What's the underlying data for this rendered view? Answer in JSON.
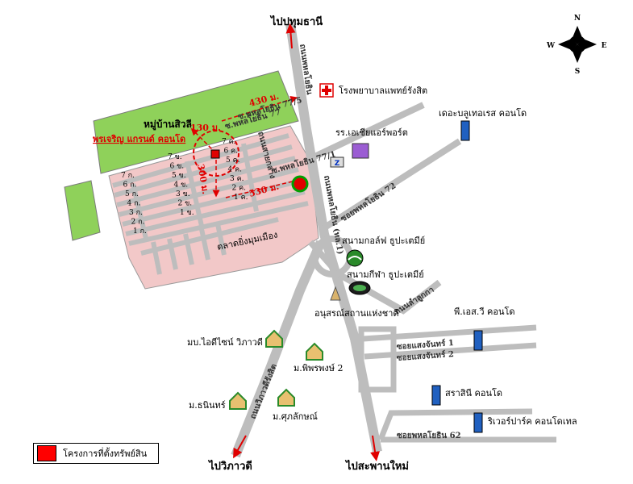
{
  "directions": {
    "north": "ไปปทุมธานี",
    "south_east": "ไปสะพานใหม่",
    "south_west": "ไปวิภาวดี"
  },
  "compass": {
    "n": "N",
    "s": "S",
    "e": "E",
    "w": "W"
  },
  "roads": {
    "main": "ถนนพหลโยธิน (ทล.1)",
    "main_upper": "ถนนพหลโยธิน",
    "vibhavadi": "ถนนวิภาวดีรังสิต",
    "lumlukka": "ถนนลำลูกกา",
    "soi_72": "ซอยพหลโยธิน 72",
    "soi_775": "ซ.พหลโยธิน 77/5",
    "soi_771": "ซ.พหลโยธิน 77/1",
    "soi_62": "ซอยพหลโยธิน 62",
    "soi_saengchan_1": "ซอยแสงจันทร์ 1",
    "soi_saengchan_2": "ซอยแสงจันทร์ 2",
    "inner_road_1": "ซ.พหลโยธิน 77",
    "inner_road_2": "ถนนสายกลาง"
  },
  "places": {
    "village": "หมู่บ้านสิวลี",
    "project": "พรเจริญ แกรนด์ คอนโด",
    "hospital": "โรงพยาบาลแพทย์รังสิต",
    "airport_school": "รร.เอเชียแอร์พอร์ต",
    "the_blue": "เดอะบลูเทอเรส คอนโด",
    "golf": "สนามกอล์ฟ ธูปะเตมีย์",
    "stadium": "สนามกีฬา ธูปะเตมีย์",
    "monument": "อนุสรณ์สถานแห่งชาติ",
    "market": "ตลาดยิ่งมุมเมือง",
    "idea_vipha": "มบ.ไอดีไซน์ วิภาวดี",
    "phiphat": "ม.พิพรพงษ์ 2",
    "thanin": "ม.ธนินทร์",
    "sukhon": "ม.ศุภลักษณ์",
    "pst": "พี.เอส.วี คอนโด",
    "sarasinee": "สราสินี คอนโด",
    "riverpark": "ริเวอร์ปาร์ค คอนโดเทล"
  },
  "distances": {
    "d130": "130 ม.",
    "d430": "430 ม.",
    "d300": "300 ม.",
    "d530": "530 ม."
  },
  "blocks": {
    "left_rows": [
      "7 ก.",
      "6 ก.",
      "5 ก.",
      "4 ก.",
      "3 ก.",
      "2 ก.",
      "1 ก."
    ],
    "mid_rows": [
      "7 ข.",
      "6 ข.",
      "5 ข.",
      "4 ข.",
      "3 ข.",
      "2 ข.",
      "1 ข."
    ],
    "right_rows": [
      "7 ค.",
      "6 ค.",
      "5 ค.",
      "4 ค.",
      "3 ค.",
      "2 ค.",
      "1 ค."
    ]
  },
  "legend": {
    "label": "โครงการที่ตั้งทรัพย์สิน",
    "color": "#ff0000"
  },
  "colors": {
    "road": "#bdbdbd",
    "green": "#8fd15a",
    "pink": "#f0c8c8",
    "red": "#e00000"
  }
}
